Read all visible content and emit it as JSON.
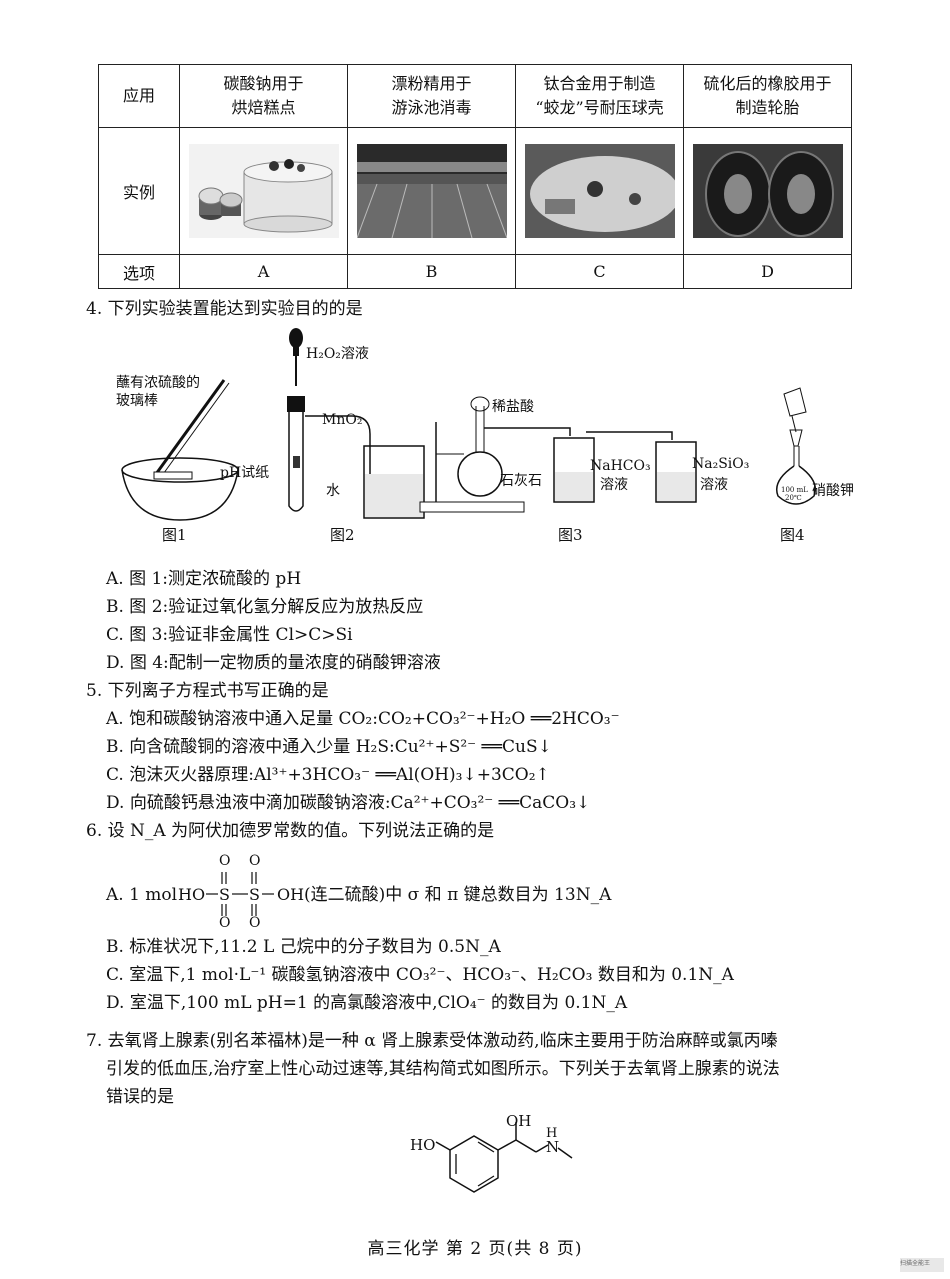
{
  "table": {
    "header_label": "应用",
    "example_label": "实例",
    "option_label": "选项",
    "columns": [
      {
        "line1": "碳酸钠用于",
        "line2": "烘焙糕点",
        "option": "A",
        "image": "cake-photo"
      },
      {
        "line1": "漂粉精用于",
        "line2": "游泳池消毒",
        "option": "B",
        "image": "swimming-pool-photo"
      },
      {
        "line1": "钛合金用于制造",
        "line2": "“蛟龙”号耐压球壳",
        "option": "C",
        "image": "submersible-photo"
      },
      {
        "line1": "硫化后的橡胶用于",
        "line2": "制造轮胎",
        "option": "D",
        "image": "tire-photo"
      }
    ]
  },
  "q4": {
    "stem": "4. 下列实验装置能达到实验目的的是",
    "fig1": {
      "label": "图1",
      "rod_line1": "蘸有浓硫酸的",
      "rod_line2": "玻璃棒",
      "paper": "pH试纸"
    },
    "fig2": {
      "label": "图2",
      "reagent": "H₂O₂溶液",
      "catalyst": "MnO₂",
      "water": "水"
    },
    "fig3": {
      "label": "图3",
      "acid": "稀盐酸",
      "solid": "石灰石",
      "bottle1_line1": "NaHCO₃",
      "bottle1_line2": "溶液",
      "bottle2_line1": "Na₂SiO₃",
      "bottle2_line2": "溶液"
    },
    "fig4": {
      "label": "图4",
      "flask_line1": "100 mL",
      "flask_line2": "20℃",
      "solute": "硝酸钾"
    },
    "options": [
      "A. 图 1:测定浓硫酸的 pH",
      "B. 图 2:验证过氧化氢分解反应为放热反应",
      "C. 图 3:验证非金属性 Cl>C>Si",
      "D. 图 4:配制一定物质的量浓度的硝酸钾溶液"
    ]
  },
  "q5": {
    "stem": "5. 下列离子方程式书写正确的是",
    "options": [
      "A. 饱和碳酸钠溶液中通入足量 CO₂:CO₂+CO₃²⁻+H₂O ══2HCO₃⁻",
      "B. 向含硫酸铜的溶液中通入少量 H₂S:Cu²⁺+S²⁻ ══CuS↓",
      "C. 泡沫灭火器原理:Al³⁺+3HCO₃⁻ ══Al(OH)₃↓+3CO₂↑",
      "D. 向硫酸钙悬浊液中滴加碳酸钠溶液:Ca²⁺+CO₃²⁻ ══CaCO₃↓"
    ]
  },
  "q6": {
    "stem": "6. 设 N_A 为阿伏加德罗常数的值。下列说法正确的是",
    "optionA_prefix": "A. 1 mol",
    "optionA_formula_left": "HO",
    "optionA_formula_right": "OH",
    "optionA_suffix": "(连二硫酸)中 σ 和 π 键总数目为 13N_A",
    "sulfur": "S",
    "oxygen": "O",
    "options": [
      "B. 标准状况下,11.2 L 己烷中的分子数目为 0.5N_A",
      "C. 室温下,1 mol·L⁻¹ 碳酸氢钠溶液中 CO₃²⁻、HCO₃⁻、H₂CO₃ 数目和为 0.1N_A",
      "D. 室温下,100 mL pH=1 的高氯酸溶液中,ClO₄⁻ 的数目为 0.1N_A"
    ]
  },
  "q7": {
    "line1": "7. 去氧肾上腺素(别名苯福林)是一种 α 肾上腺素受体激动药,临床主要用于防治麻醉或氯丙嗪",
    "line2": "引发的低血压,治疗室上性心动过速等,其结构简式如图所示。下列关于去氧肾上腺素的说法",
    "line3": "错误的是",
    "structure": {
      "ho": "HO",
      "oh": "OH",
      "nh_h": "H",
      "nh_n": "N"
    }
  },
  "footer": "高三化学 第 2 页(共 8 页)",
  "watermark": "扫描全能王"
}
